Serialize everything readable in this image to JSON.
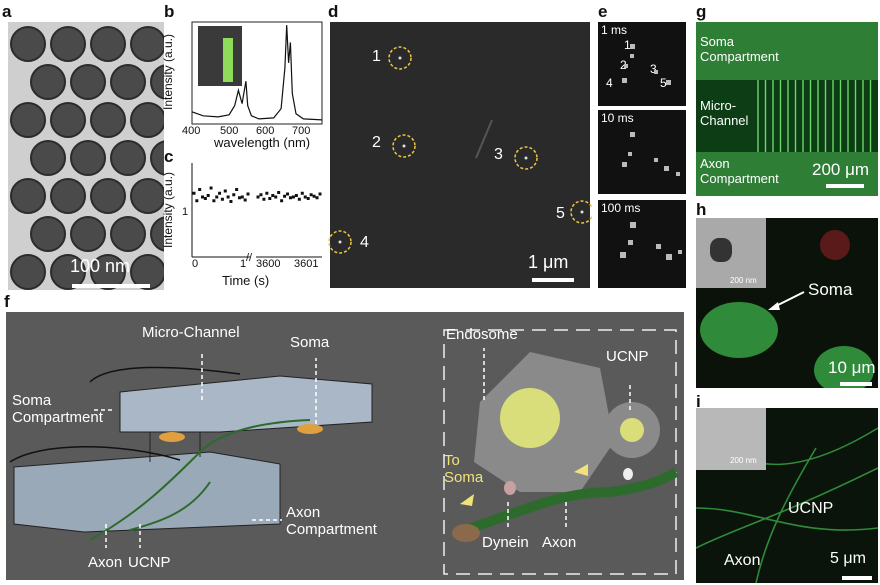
{
  "panels": {
    "a": {
      "label": "a",
      "scale": "100 nm"
    },
    "b": {
      "label": "b",
      "ylabel": "Intensity (a.u.)",
      "xlabel": "wavelength (nm)",
      "xticks": [
        "400",
        "500",
        "600",
        "700"
      ]
    },
    "c": {
      "label": "c",
      "ylabel": "Intensity (a.u.)",
      "xlabel": "Time (s)",
      "ytick": "1",
      "xticks": [
        "0",
        "1",
        "3600",
        "3601"
      ]
    },
    "d": {
      "label": "d",
      "markers": [
        "1",
        "2",
        "3",
        "4",
        "5"
      ],
      "scale": "1 μm"
    },
    "e": {
      "label": "e",
      "frames": [
        "1 ms",
        "10 ms",
        "100 ms"
      ],
      "spots": [
        "1",
        "2",
        "3",
        "4",
        "5"
      ]
    },
    "g": {
      "label": "g",
      "soma": "Soma Compartment",
      "channel": "Micro- Channel",
      "axon": "Axon Compartment",
      "scale": "200 μm"
    },
    "h": {
      "label": "h",
      "inset_scale": "200 nm",
      "soma": "Soma",
      "scale": "10 μm"
    },
    "i": {
      "label": "i",
      "inset_scale": "200 nm",
      "ucnp": "UCNP",
      "axon": "Axon",
      "scale": "5 μm"
    },
    "f": {
      "label": "f",
      "micro_channel": "Micro-Channel",
      "soma": "Soma",
      "soma_compartment": "Soma Compartment",
      "axon_compartment": "Axon Compartment",
      "axon": "Axon",
      "ucnp": "UCNP",
      "endosome": "Endosome",
      "ucnp2": "UCNP",
      "to_soma": "To Soma",
      "dynein": "Dynein",
      "axon2": "Axon"
    }
  },
  "chart_data": [
    {
      "type": "line",
      "panel": "b",
      "xlabel": "wavelength (nm)",
      "ylabel": "Intensity (a.u.)",
      "xlim": [
        400,
        750
      ],
      "x": [
        400,
        430,
        470,
        500,
        515,
        525,
        535,
        545,
        550,
        560,
        580,
        620,
        640,
        650,
        655,
        660,
        665,
        670,
        680,
        700,
        750
      ],
      "y": [
        0.12,
        0.08,
        0.07,
        0.09,
        0.18,
        0.33,
        0.2,
        0.42,
        0.18,
        0.08,
        0.05,
        0.06,
        0.15,
        0.55,
        0.97,
        0.6,
        0.8,
        0.3,
        0.1,
        0.05,
        0.04
      ]
    },
    {
      "type": "scatter",
      "panel": "c",
      "xlabel": "Time (s)",
      "ylabel": "Intensity (a.u.)",
      "segments": [
        {
          "x_range": [
            0,
            1
          ],
          "y": [
            1.05,
            0.95,
            1.1,
            1.0,
            0.98,
            1.02,
            1.12,
            0.95,
            1.0,
            1.05,
            0.97,
            1.08,
            1.0,
            0.94,
            1.03,
            1.1,
            0.99,
            1.0,
            0.96,
            1.04
          ]
        },
        {
          "x_range": [
            3600,
            3601
          ],
          "y": [
            1.0,
            1.03,
            0.97,
            1.05,
            0.98,
            1.02,
            1.0,
            1.06,
            0.95,
            1.01,
            1.04,
            0.99,
            1.0,
            1.02,
            0.97,
            1.05,
            1.0,
            0.98,
            1.03,
            1.01,
            0.99,
            1.04
          ]
        }
      ]
    }
  ]
}
